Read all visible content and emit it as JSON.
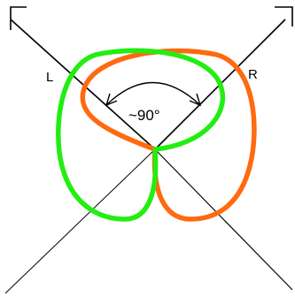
{
  "labels": {
    "left_channel": "L",
    "right_channel": "R",
    "angle": "~90°"
  },
  "colors": {
    "left_pattern": "#22ee11",
    "right_pattern": "#ff6a10",
    "axes": "#000000"
  }
}
